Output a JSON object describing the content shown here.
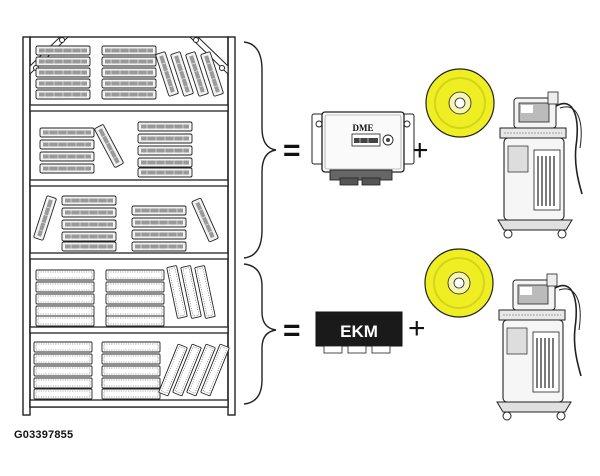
{
  "figure": {
    "id": "G03397855",
    "dme_label": "DME",
    "ekm_label": "EKM",
    "equals": "=",
    "plus": "+"
  },
  "icons": {
    "shelf": "shelving-unit-icon",
    "control_unit": "control-unit-icon",
    "cd": "cd-disc-icon",
    "tester": "diagnostic-tester-icon"
  },
  "colors": {
    "disc_yellow": "#eeee22",
    "ekm_box": "#1a1a1a",
    "line": "#222222"
  }
}
